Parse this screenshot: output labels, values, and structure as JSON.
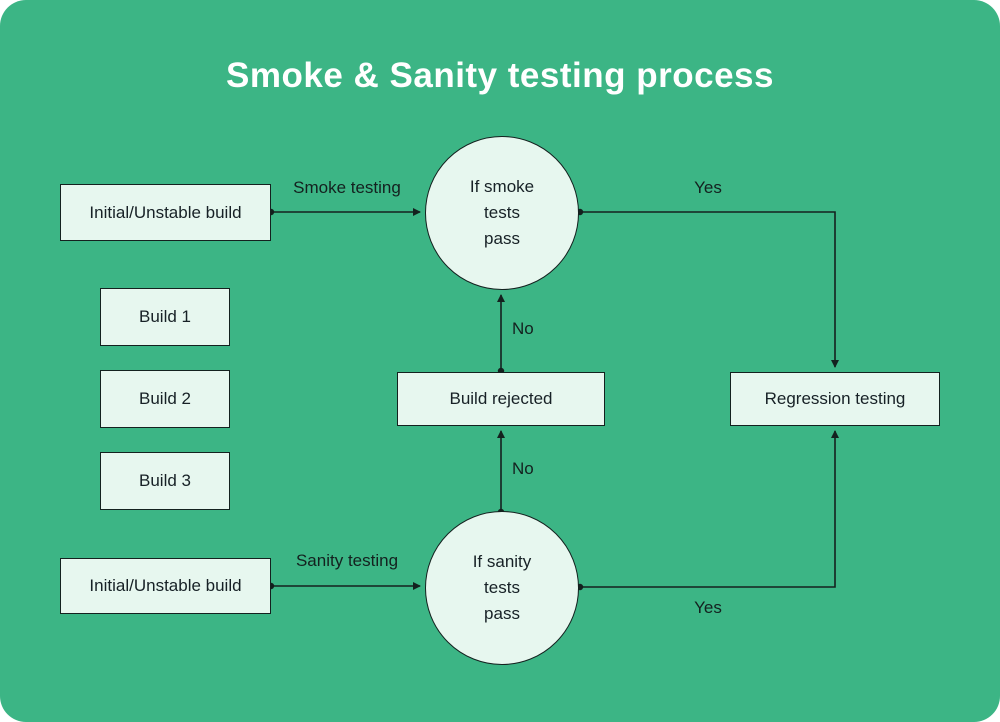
{
  "title": "Smoke & Sanity testing process",
  "colors": {
    "background": "#3cb585",
    "node_fill": "#e7f7ef",
    "node_border": "#14211f",
    "title_text": "#ffffff",
    "connector": "#14211f"
  },
  "nodes": {
    "initial_top": "Initial/Unstable build",
    "smoke_decision": "If smoke\ntests\npass",
    "build1": "Build 1",
    "build2": "Build 2",
    "build3": "Build 3",
    "build_rejected": "Build rejected",
    "regression": "Regression testing",
    "sanity_decision": "If sanity\ntests\npass",
    "initial_bottom": "Initial/Unstable build"
  },
  "edge_labels": {
    "smoke_testing": "Smoke testing",
    "yes_top": "Yes",
    "no_top": "No",
    "no_bottom": "No",
    "sanity_testing": "Sanity testing",
    "yes_bottom": "Yes"
  }
}
